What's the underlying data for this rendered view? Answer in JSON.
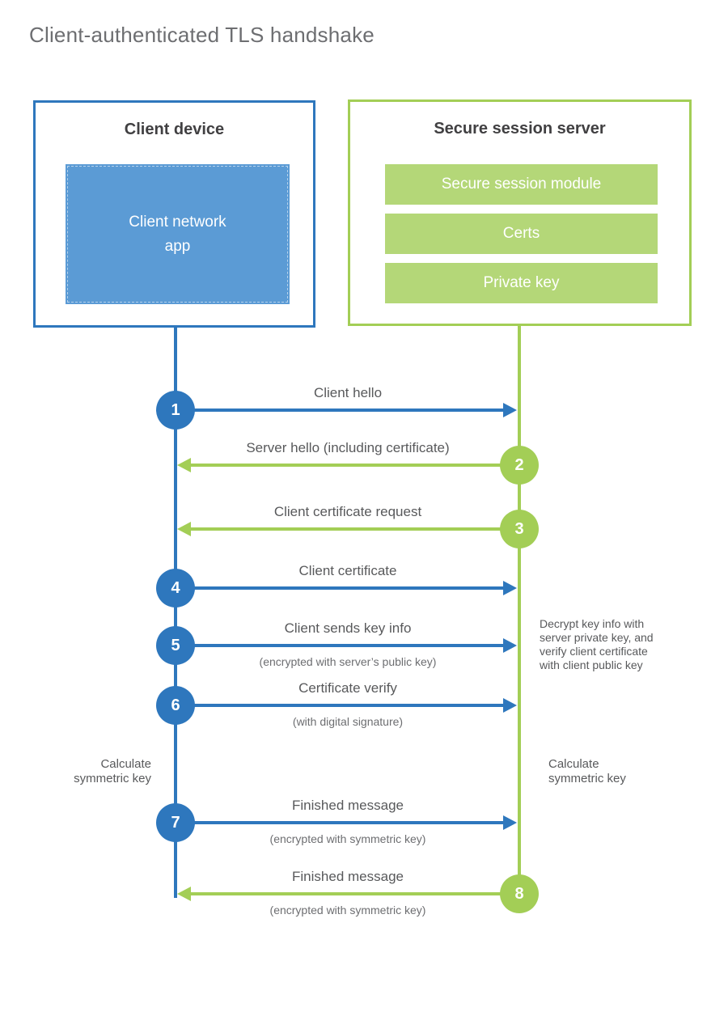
{
  "title": "Client-authenticated TLS handshake",
  "client": {
    "heading": "Client device",
    "app_box": "Client network\napp"
  },
  "server": {
    "heading": "Secure session server",
    "modules": [
      "Secure session module",
      "Certs",
      "Private key"
    ]
  },
  "messages": [
    {
      "num": "1",
      "direction": "right",
      "color": "blue",
      "label": "Client hello",
      "sub": ""
    },
    {
      "num": "2",
      "direction": "left",
      "color": "green",
      "label": "Server hello (including certificate)",
      "sub": ""
    },
    {
      "num": "3",
      "direction": "left",
      "color": "green",
      "label": "Client certificate request",
      "sub": ""
    },
    {
      "num": "4",
      "direction": "right",
      "color": "blue",
      "label": "Client certificate",
      "sub": ""
    },
    {
      "num": "5",
      "direction": "right",
      "color": "blue",
      "label": "Client sends key info",
      "sub": "(encrypted with server’s public key)"
    },
    {
      "num": "6",
      "direction": "right",
      "color": "blue",
      "label": "Certificate verify",
      "sub": "(with digital signature)"
    },
    {
      "num": "7",
      "direction": "right",
      "color": "blue",
      "label": "Finished message",
      "sub": "(encrypted with symmetric key)"
    },
    {
      "num": "8",
      "direction": "left",
      "color": "green",
      "label": "Finished message",
      "sub": "(encrypted with symmetric key)"
    }
  ],
  "notes": {
    "client_calc": "Calculate\nsymmetric key",
    "server_decrypt": "Decrypt key info with\nserver private key, and\nverify client certificate\nwith client public key",
    "server_calc": "Calculate\nsymmetric key"
  },
  "colors": {
    "blue": "#2e77bd",
    "blue_fill": "#5b9bd5",
    "green": "#a3ce56",
    "green_fill": "#b4d778",
    "text_dark": "#414042",
    "text_gray": "#58595b",
    "text_light": "#6d6e71"
  }
}
